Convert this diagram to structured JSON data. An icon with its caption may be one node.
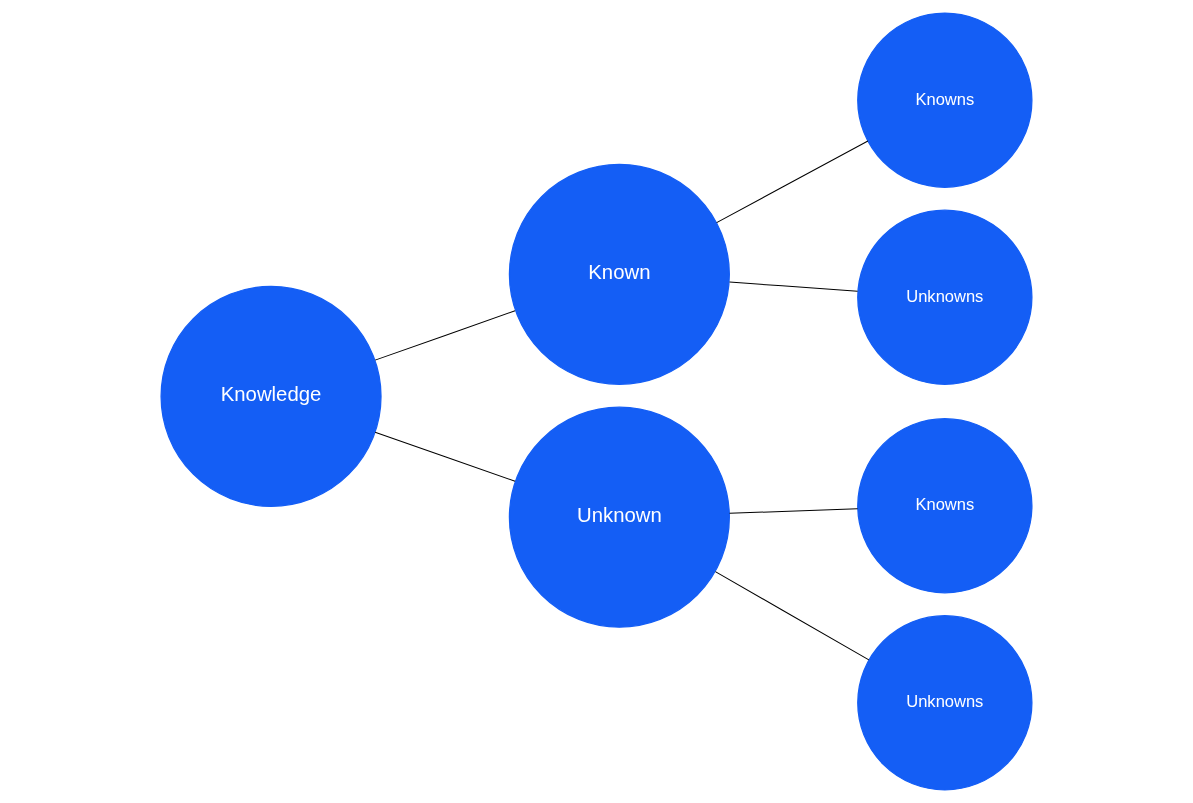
{
  "diagram": {
    "nodes": [
      {
        "text": [
          "Knowledge"
        ]
      },
      {
        "text": [
          "Known"
        ]
      },
      {
        "text": [
          "Knowns"
        ]
      },
      {
        "text": [
          "Unknowns"
        ]
      },
      {
        "text": [
          "Unknown"
        ]
      },
      {
        "text": [
          "Knowns"
        ]
      },
      {
        "text": [
          "Unknowns"
        ]
      }
    ],
    "edges": [
      {
        "from": 0,
        "to": 1,
        "arrow": "none"
      },
      {
        "from": 1,
        "to": 2,
        "arrow": "none"
      },
      {
        "from": 1,
        "to": 3,
        "arrow": "none"
      },
      {
        "from": 0,
        "to": 4,
        "arrow": "none"
      },
      {
        "from": 4,
        "to": 5,
        "arrow": "none"
      },
      {
        "from": 4,
        "to": 6,
        "arrow": "none"
      }
    ]
  }
}
